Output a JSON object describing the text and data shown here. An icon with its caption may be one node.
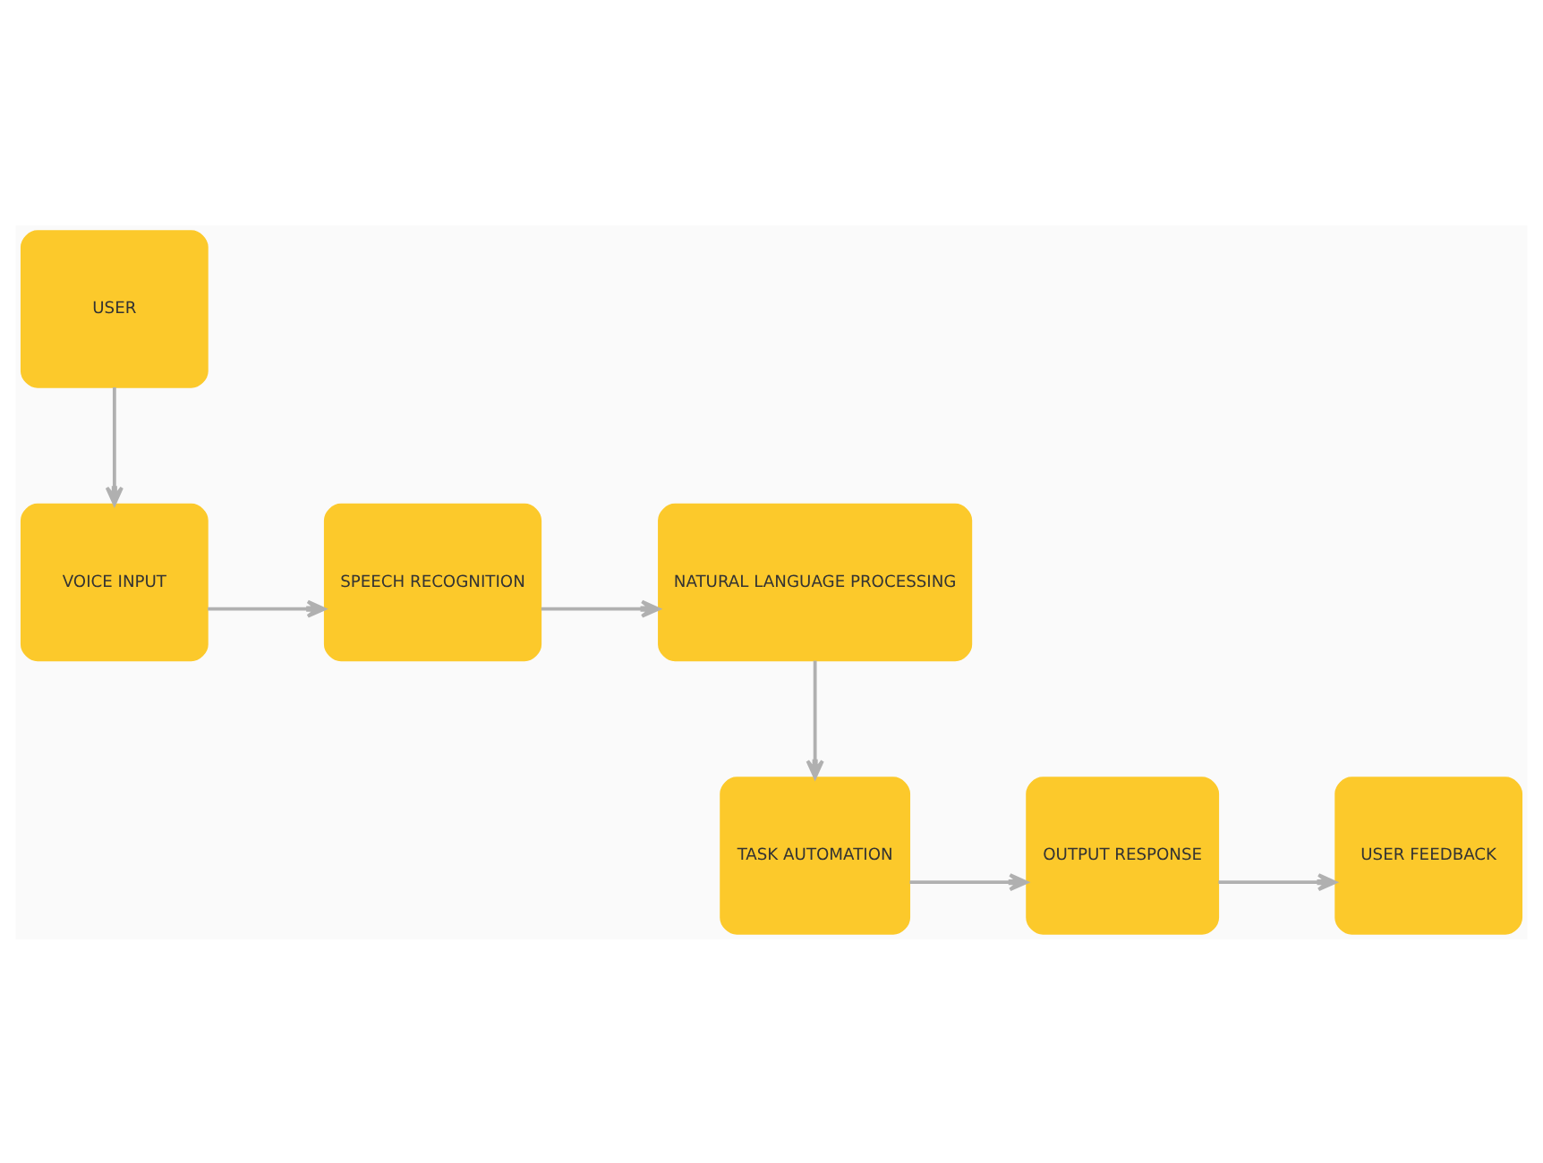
{
  "diagram": {
    "nodes": [
      {
        "text": [
          "USER"
        ]
      },
      {
        "text": [
          "VOICE INPUT"
        ]
      },
      {
        "text": [
          "SPEECH RECOGNITION"
        ]
      },
      {
        "text": [
          "NATURAL LANGUAGE PROCESSING"
        ]
      },
      {
        "text": [
          "USER FEEDBACK"
        ]
      },
      {
        "text": [
          "OUTPUT RESPONSE"
        ]
      },
      {
        "text": [
          "TASK AUTOMATION"
        ]
      }
    ],
    "edges": [
      {
        "from": 0,
        "to": 1,
        "arrow": "to"
      },
      {
        "from": 1,
        "to": 2,
        "arrow": "to"
      },
      {
        "from": 2,
        "to": 3,
        "arrow": "to"
      },
      {
        "from": 3,
        "to": 6,
        "arrow": "to"
      },
      {
        "from": 6,
        "to": 5,
        "arrow": "to"
      },
      {
        "from": 5,
        "to": 4,
        "arrow": "to"
      }
    ]
  }
}
